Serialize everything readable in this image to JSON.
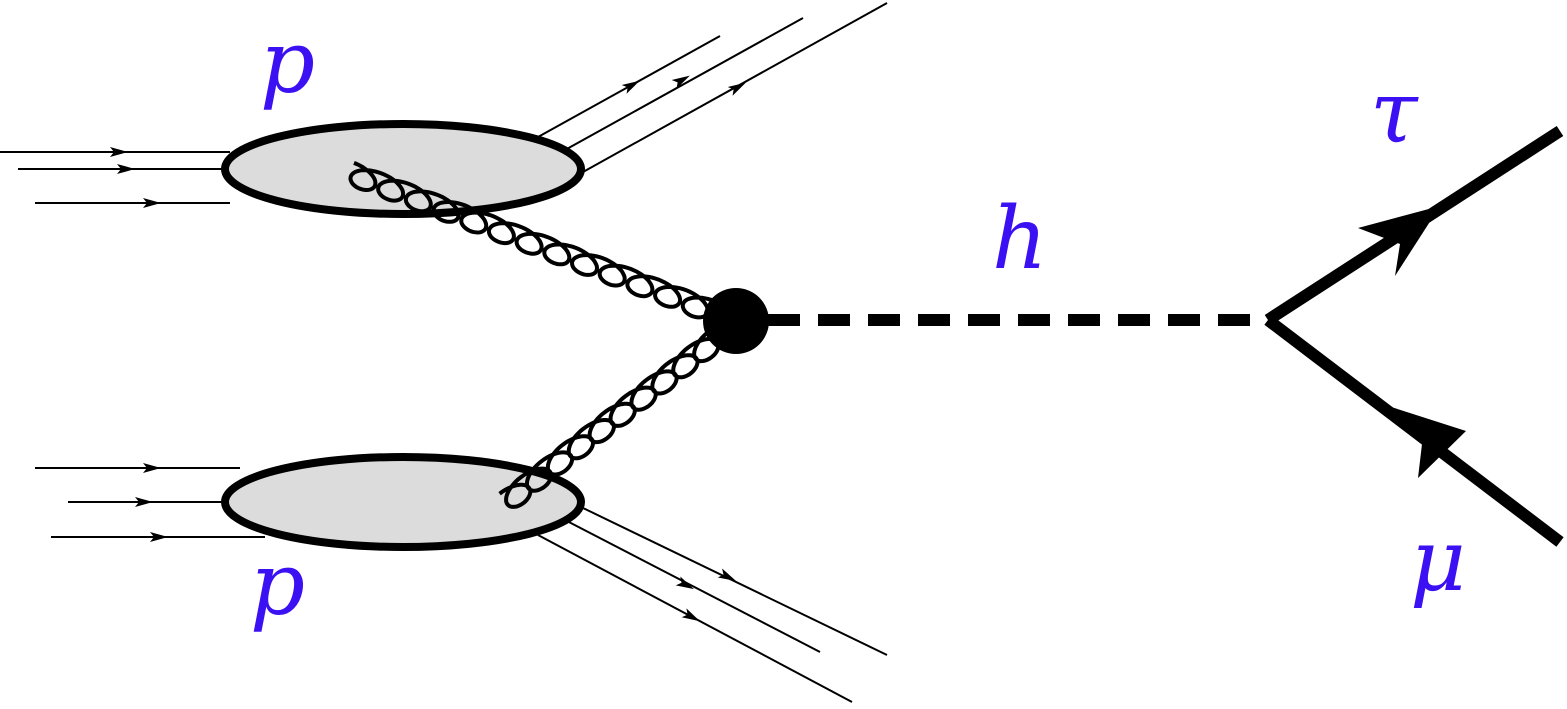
{
  "diagram": {
    "labels": {
      "proton_top": "p",
      "proton_bottom": "p",
      "higgs": "h",
      "tau": "τ",
      "muon": "μ"
    },
    "colors": {
      "label": "#3b10f2",
      "line": "#000000",
      "blob_fill": "#dcdcdc"
    },
    "elements": [
      "incoming-quark-lines",
      "proton-blobs",
      "gluon-lines",
      "vertex",
      "higgs-propagator",
      "tau-line",
      "muon-line",
      "outgoing-quark-lines"
    ]
  }
}
